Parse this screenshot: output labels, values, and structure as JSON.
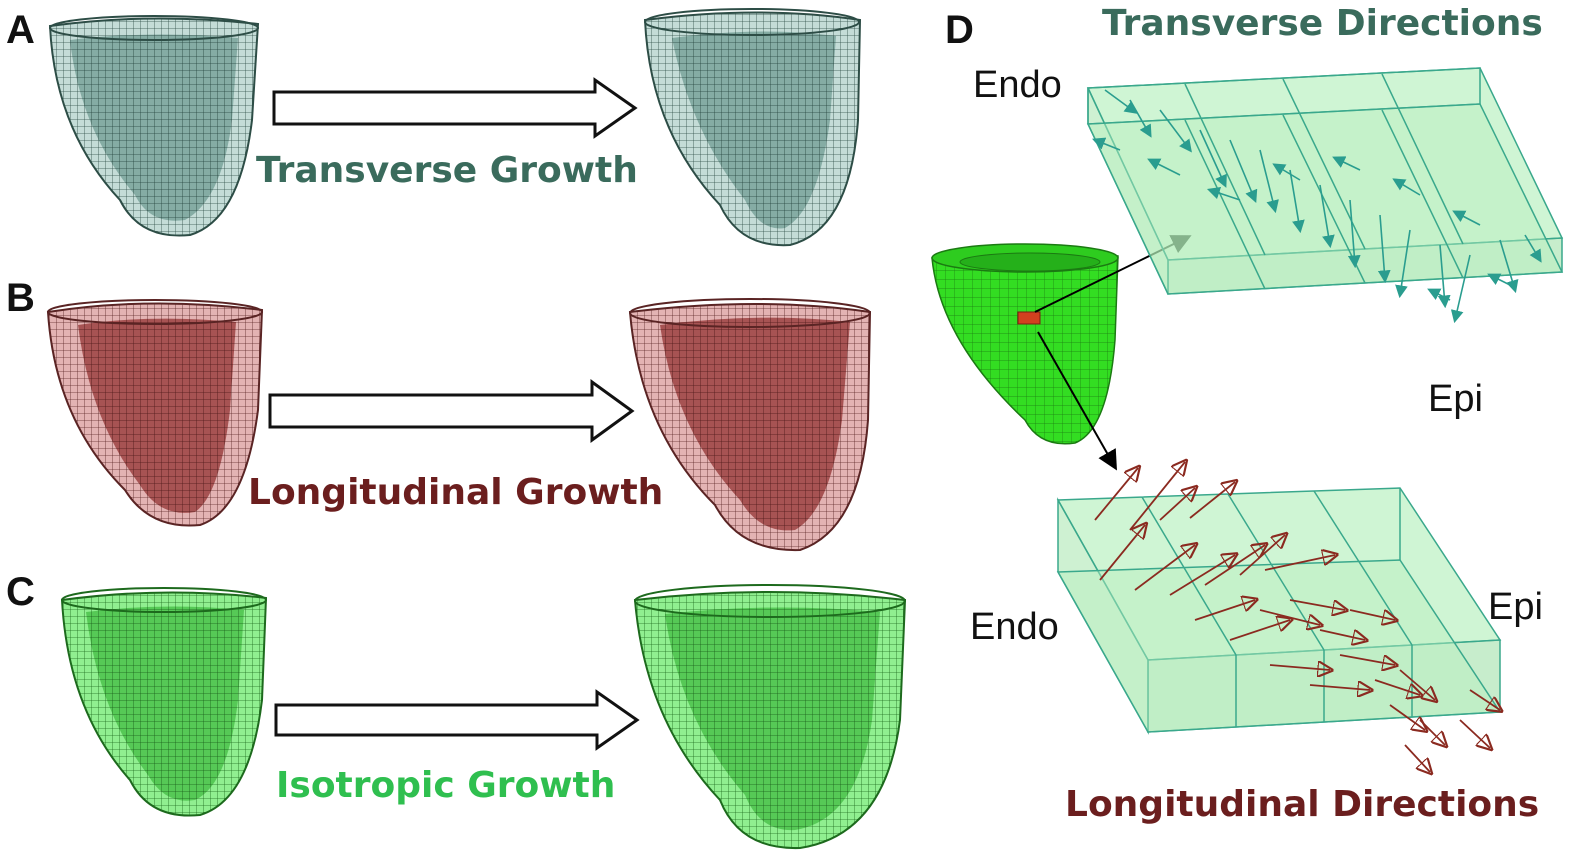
{
  "panels": {
    "a": {
      "letter": "A",
      "caption": "Transverse Growth"
    },
    "b": {
      "letter": "B",
      "caption": "Longitudinal Growth"
    },
    "c": {
      "letter": "C",
      "caption": "Isotropic Growth"
    },
    "d": {
      "letter": "D",
      "transverse_title": "Transverse Directions",
      "longitudinal_title": "Longitudinal Directions",
      "endo_top": "Endo",
      "epi_top": "Epi",
      "endo_bottom": "Endo",
      "epi_bottom": "Epi"
    }
  },
  "colors": {
    "transverse": "#3a6b5c",
    "transverse_fill": "#bfd8d4",
    "longitudinal": "#6b1e1e",
    "longitudinal_fill": "#c98a8a",
    "isotropic": "#2fbf4f",
    "isotropic_fill": "#7fe27f",
    "box_fill": "#a8ecb0",
    "transverse_arrow": "#2a9d8f",
    "longitudinal_arrow": "#8b2a20"
  }
}
